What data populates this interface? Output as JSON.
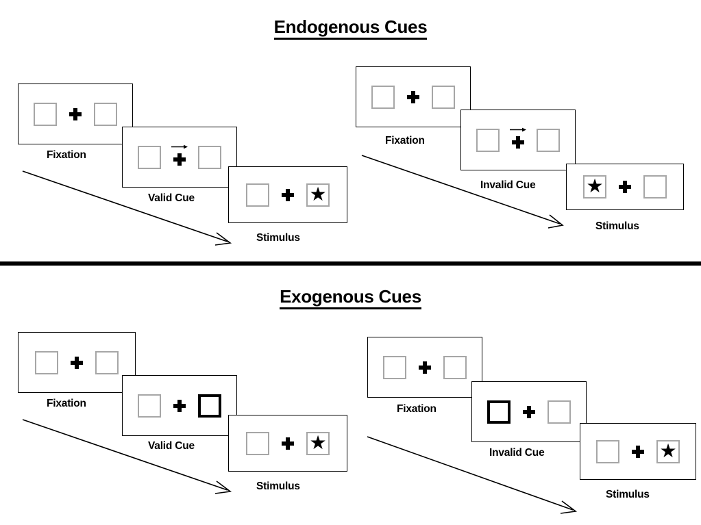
{
  "sections": [
    {
      "id": "endogenous",
      "title": "Endogenous Cues",
      "cue_type": "arrow",
      "columns": [
        {
          "id": "valid",
          "frames": [
            {
              "caption": "Fixation",
              "cue": "none",
              "star": "none"
            },
            {
              "caption": "Valid Cue",
              "cue": "arrow-right",
              "star": "none"
            },
            {
              "caption": "Stimulus",
              "cue": "none",
              "star": "right"
            }
          ]
        },
        {
          "id": "invalid",
          "frames": [
            {
              "caption": "Fixation",
              "cue": "none",
              "star": "none"
            },
            {
              "caption": "Invalid Cue",
              "cue": "arrow-right",
              "star": "none"
            },
            {
              "caption": "Stimulus",
              "cue": "none",
              "star": "left"
            }
          ]
        }
      ]
    },
    {
      "id": "exogenous",
      "title": "Exogenous Cues",
      "cue_type": "box-highlight",
      "columns": [
        {
          "id": "valid",
          "frames": [
            {
              "caption": "Fixation",
              "cue": "none",
              "star": "none"
            },
            {
              "caption": "Valid Cue",
              "cue": "box-right",
              "star": "none"
            },
            {
              "caption": "Stimulus",
              "cue": "none",
              "star": "right"
            }
          ]
        },
        {
          "id": "invalid",
          "frames": [
            {
              "caption": "Fixation",
              "cue": "none",
              "star": "none"
            },
            {
              "caption": "Invalid Cue",
              "cue": "box-left",
              "star": "none"
            },
            {
              "caption": "Stimulus",
              "cue": "none",
              "star": "right"
            }
          ]
        }
      ]
    }
  ],
  "glyphs": {
    "star": "★",
    "fixation_cross": "plus-icon",
    "cue_arrow": "arrow-right-icon",
    "flow_arrow": "diagonal-arrow-icon"
  },
  "colors": {
    "ink": "#000000",
    "box_outline": "#A6A6A6",
    "cued_box_outline": "#000000",
    "panel_outline": "#000000",
    "background": "#FFFFFF"
  },
  "labels": {
    "section_titles": [
      "Endogenous Cues",
      "Exogenous Cues"
    ],
    "captions": [
      "Fixation",
      "Valid Cue",
      "Stimulus",
      "Invalid Cue"
    ]
  }
}
